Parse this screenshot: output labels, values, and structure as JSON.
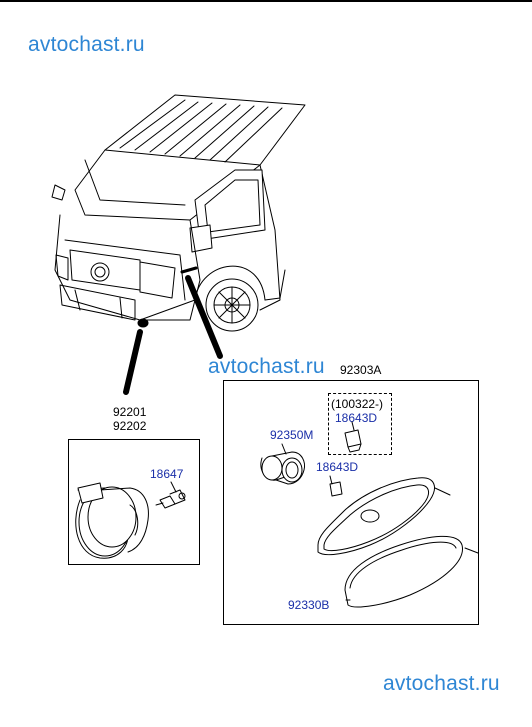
{
  "watermarks": {
    "top": "avtochast.ru",
    "middle": "avtochast.ru",
    "bottom": "avtochast.ru"
  },
  "colors": {
    "watermark": "#2e86d4",
    "part_label_blue": "#1a2fa8",
    "line": "#000000"
  },
  "parts": {
    "group_left": {
      "label_1": "92201",
      "label_2": "92202"
    },
    "bulb_left": "18647",
    "group_right": "92303A",
    "date_range": "(100322-)",
    "bulb_boxed": "18643D",
    "socket": "92350M",
    "bulb_loose": "18643D",
    "lens": "92330B"
  }
}
